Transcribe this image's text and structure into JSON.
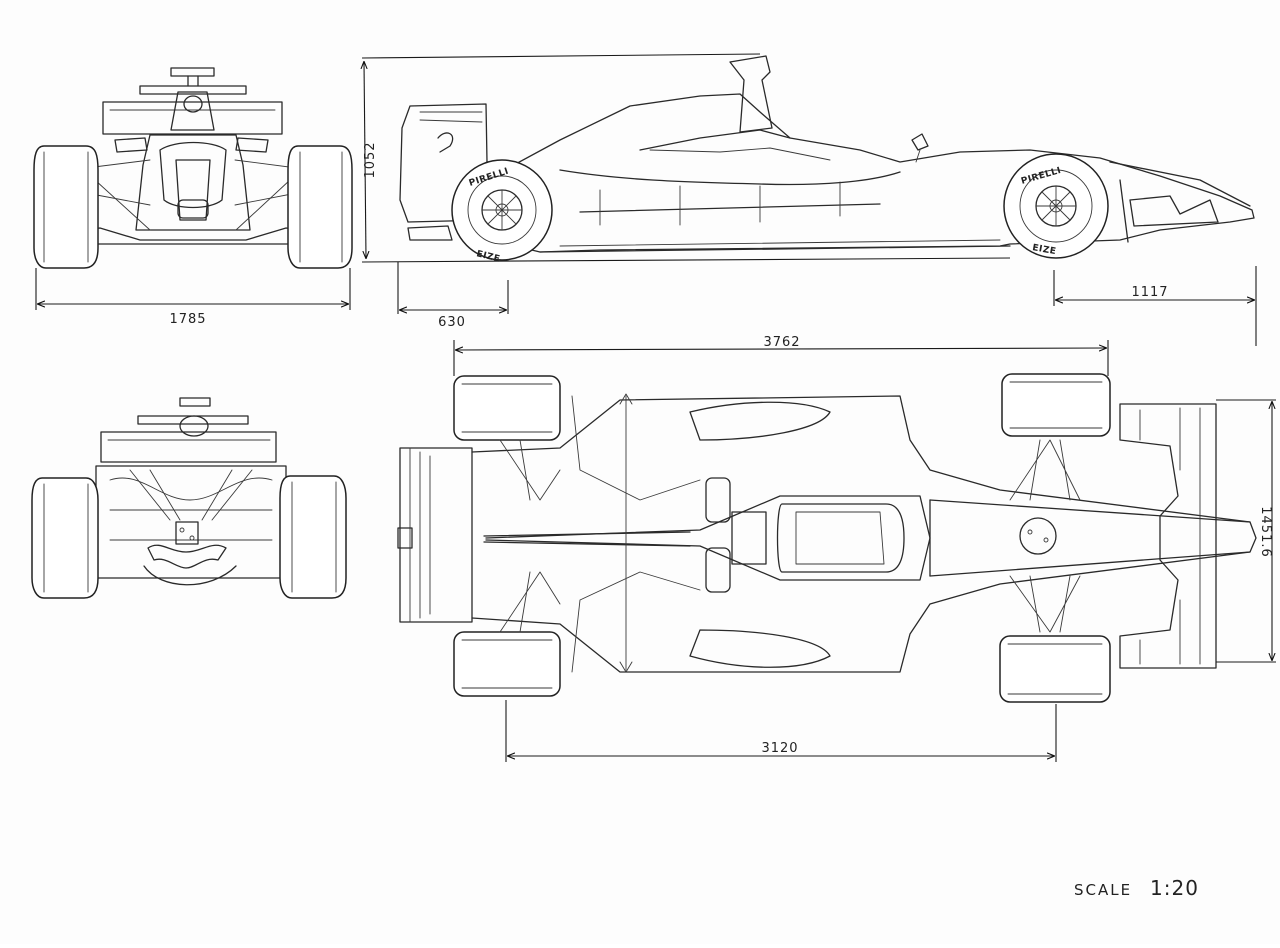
{
  "drawing": {
    "views": [
      "front",
      "side",
      "rear",
      "top"
    ],
    "dimensions": {
      "track_front": "1785",
      "height": "1052",
      "front_overhang": "630",
      "rear_overhang": "1117",
      "overall_length": "3762",
      "wheelbase": "3120",
      "track_rear": "1451.6"
    },
    "tyre_brand": "PIRELLI",
    "tyre_sidewall": "EIZE",
    "scale_label": "SCALE",
    "scale_value": "1:20"
  }
}
